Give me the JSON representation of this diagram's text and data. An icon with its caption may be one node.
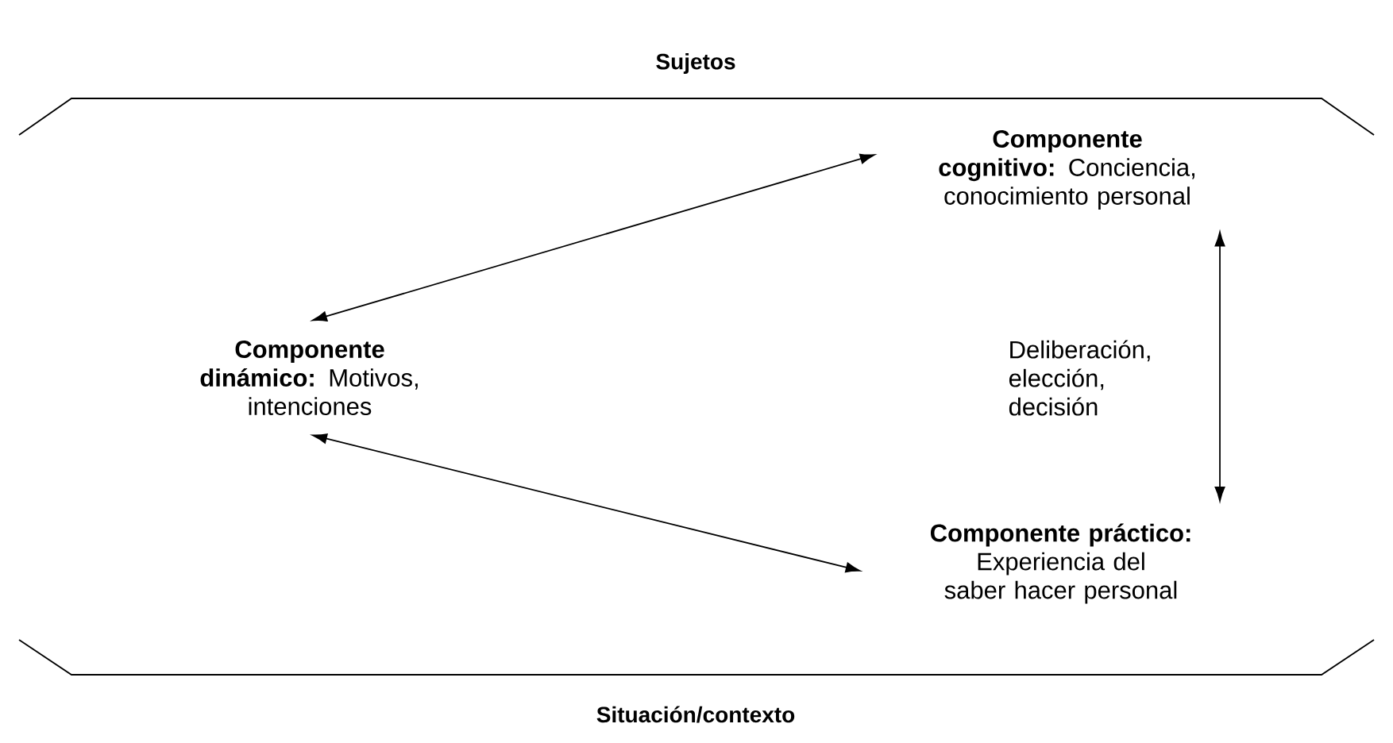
{
  "diagram": {
    "nodes": [
      {
        "text": [
          "Sujetos",
          "Situación/contexto"
        ]
      },
      {
        "text": [
          "**Componente dinámico:** Motivos, intenciones"
        ],
        "in": 0
      },
      {
        "text": [
          "**Componente cognitivo:** Conciencia, conocimiento personal"
        ],
        "in": 0
      },
      {
        "text": [
          "**Componente práctico:** Experiencia del saber hacer personal"
        ],
        "in": 0
      }
    ],
    "edges": [
      {
        "from": 1,
        "to": 2,
        "arrow": "both"
      },
      {
        "from": 2,
        "to": 3,
        "arrow": "both",
        "label": "Deliberación, elección, decisión"
      },
      {
        "from": 1,
        "to": 3,
        "arrow": "both"
      }
    ]
  }
}
